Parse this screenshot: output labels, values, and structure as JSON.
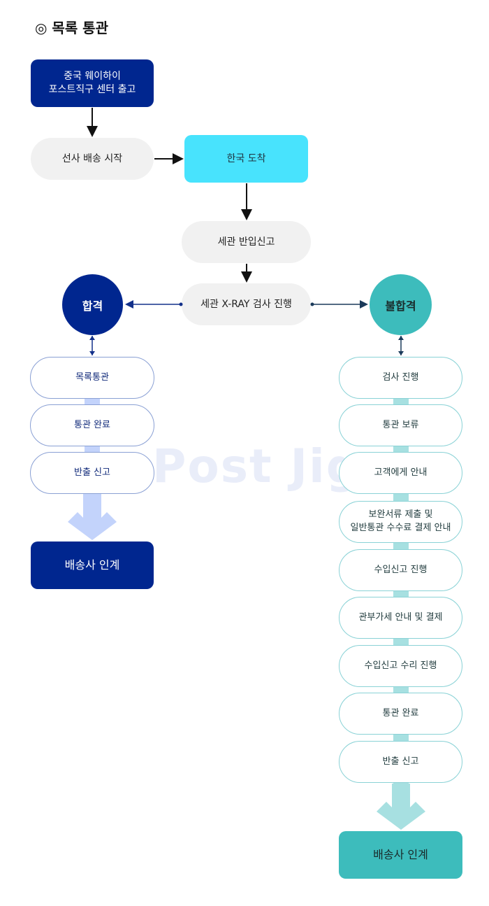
{
  "title": "◎ 목록 통관",
  "watermark": "Post Jig",
  "flow": {
    "depart": [
      "중국 웨이하이",
      "포스트직구 센터 출고"
    ],
    "ship_start": "선사 배송 시작",
    "arrive": "한국 도착",
    "customs_report": "세관 반입신고",
    "xray": "세관 X-RAY 검사 진행",
    "pass": "합격",
    "fail": "불합격"
  },
  "pass_steps": [
    "목록통관",
    "통관 완료",
    "반출 신고"
  ],
  "pass_final": "배송사 인계",
  "fail_steps": [
    "검사 진행",
    "통관 보류",
    "고객에게 안내",
    "보완서류 제출 및",
    "일반통관 수수료 결제 안내",
    "수입신고 진행",
    "관부가세 안내 및 결제",
    "수입신고 수리 진행",
    "통관 완료",
    "반출 신고"
  ],
  "fail_final": "배송사 인계",
  "colors": {
    "navy": "#00268f",
    "cyan": "#48e3fd",
    "teal": "#3dbcbc",
    "gray": "#f1f1f1",
    "light_blue_strip": "#c3d3fb",
    "light_teal_strip": "#a7e0e1"
  }
}
